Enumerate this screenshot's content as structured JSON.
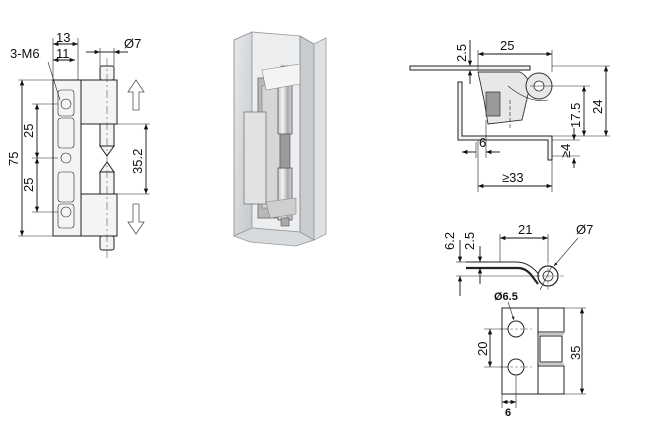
{
  "front_view": {
    "label_thread": "3-M6",
    "dim_width_outer": "13",
    "dim_width_inner": "11",
    "dim_pin_dia": "Ø7",
    "dim_total_height": "75",
    "dim_hole_pitch_top": "25",
    "dim_hole_pitch_bottom": "25",
    "dim_pin_length": "35.2"
  },
  "side_view": {
    "dim_offset": "2.5",
    "dim_leaf_length": "25",
    "dim_height_17": "17.5",
    "dim_height_24": "24",
    "dim_gap_min": "≥4",
    "dim_material": "6",
    "dim_clearance": "≥33"
  },
  "section_view": {
    "dim_62": "6.2",
    "dim_25": "2.5",
    "dim_21": "21",
    "dim_pin": "Ø7"
  },
  "leaf_view": {
    "dim_hole": "Ø6.5",
    "dim_pitch": "20",
    "dim_height": "35",
    "dim_edge": "6"
  }
}
